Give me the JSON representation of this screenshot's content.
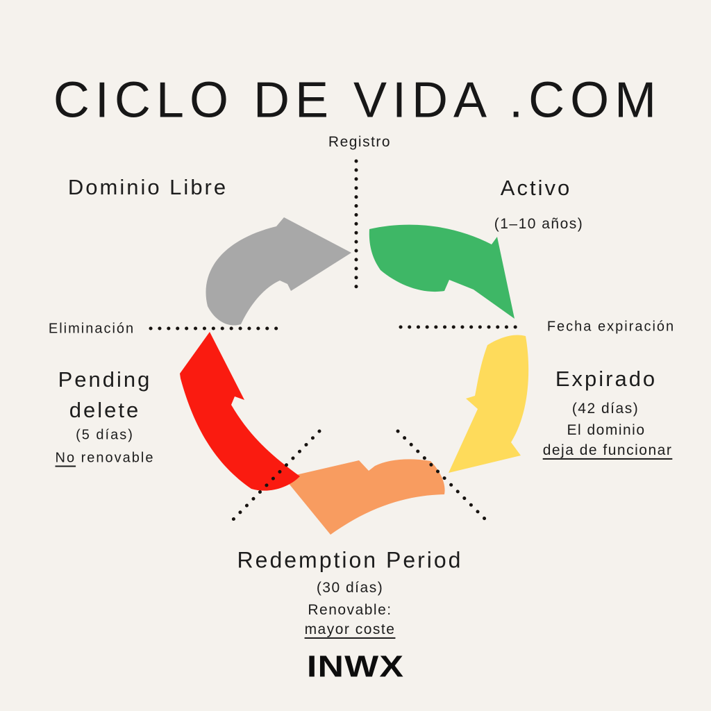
{
  "title": "CICLO DE VIDA .COM",
  "colors": {
    "background": "#F5F2ED",
    "text": "#1C1C1C",
    "dots": "#171310"
  },
  "arrows": {
    "dominio_libre": "#A8A8A8",
    "activo": "#3EB766",
    "expirado": "#FEDB5B",
    "redemption_period": "#F89C60",
    "pending_delete": "#FA1B10"
  },
  "cycle": {
    "registro_label": "Registro",
    "dominio_libre_label": "Dominio Libre",
    "activo_label": "Activo",
    "activo_duration": "(1–10 años)",
    "fecha_expiracion_label": "Fecha expiración",
    "expirado_label": "Expirado",
    "expirado_duration": "(42 días)",
    "expirado_note1": "El dominio",
    "expirado_note2": "deja de funcionar",
    "redemption_label": "Redemption Period",
    "redemption_duration": "(30 días)",
    "redemption_note1": "Renovable:",
    "redemption_note2": "mayor coste",
    "pending_label_line1": "Pending",
    "pending_label_line2": "delete",
    "pending_duration": "(5 días)",
    "pending_note_underlined": "No",
    "pending_note_rest": " renovable",
    "eliminacion_label": "Eliminación"
  },
  "logo": {
    "brand": "INWX"
  }
}
